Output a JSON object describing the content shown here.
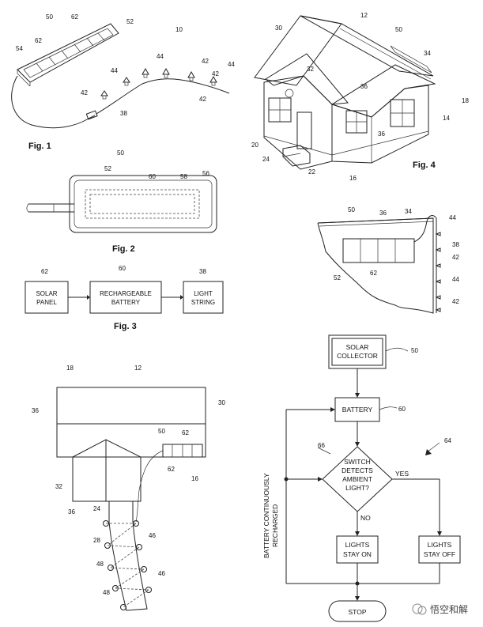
{
  "figures": {
    "fig1": {
      "caption": "Fig. 1",
      "refs": [
        "50",
        "62",
        "52",
        "62",
        "54",
        "10",
        "44",
        "44",
        "44",
        "42",
        "42",
        "42",
        "42",
        "38"
      ]
    },
    "fig2": {
      "caption": "Fig. 2",
      "refs": [
        "50",
        "52",
        "60",
        "58",
        "56"
      ]
    },
    "fig3": {
      "caption": "Fig. 3",
      "refs": [
        "62",
        "60",
        "38"
      ],
      "blocks": {
        "solar": [
          "SOLAR",
          "PANEL"
        ],
        "battery": [
          "RECHARGEABLE",
          "BATTERY"
        ],
        "lights": [
          "LIGHT",
          "STRING"
        ]
      }
    },
    "fig4": {
      "caption": "Fig. 4",
      "refs": [
        "12",
        "30",
        "50",
        "34",
        "32",
        "18",
        "36",
        "36",
        "14",
        "20",
        "24",
        "22",
        "16"
      ]
    },
    "detail": {
      "refs": [
        "50",
        "36",
        "34",
        "44",
        "38",
        "42",
        "62",
        "52",
        "44",
        "42"
      ]
    },
    "plan": {
      "refs": [
        "18",
        "12",
        "36",
        "30",
        "50",
        "62",
        "62",
        "16",
        "32",
        "36",
        "24",
        "46",
        "28",
        "48",
        "46",
        "48"
      ]
    },
    "flowchart": {
      "refs": [
        "50",
        "60",
        "66",
        "64"
      ],
      "nodes": {
        "solar": [
          "SOLAR",
          "COLLECTOR"
        ],
        "battery": "BATTERY",
        "decision": [
          "SWITCH",
          "DETECTS",
          "AMBIENT",
          "LIGHT?"
        ],
        "yes": "YES",
        "no": "NO",
        "lights_on": [
          "LIGHTS",
          "STAY ON"
        ],
        "lights_off": [
          "LIGHTS",
          "STAY OFF"
        ],
        "stop": "STOP"
      },
      "loop_label": [
        "BATTERY CONTINUOUSLY",
        "RECHARGED"
      ]
    }
  },
  "watermark": "悟空和解"
}
